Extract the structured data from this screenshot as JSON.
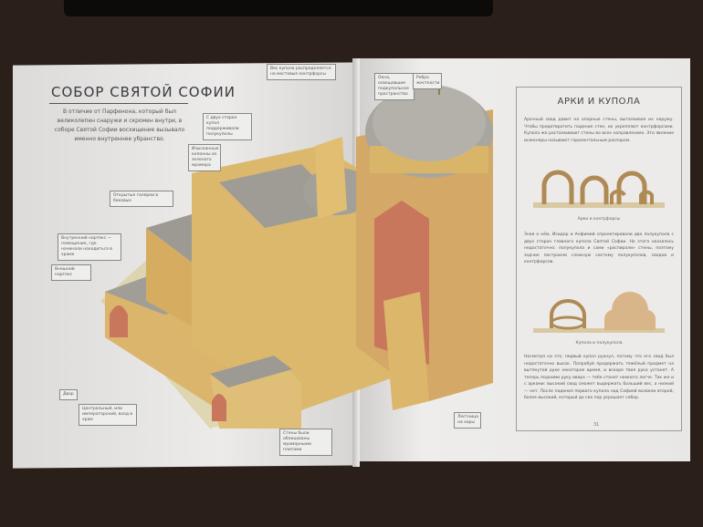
{
  "left_page": {
    "title": "СОБОР СВЯТОЙ СОФИИ",
    "intro": "В отличие от Парфенона, который был великолепен снаружи и скромен внутри, в соборе Святой Софии восхищение вызывало именно внутреннее убранство."
  },
  "labels": {
    "buttresses": "Вес купола распределяется на мостовые контрфорсы",
    "windows": "Окна, освещавшие подкупольное пространство",
    "ribs": "Ребра жесткости",
    "semidomes": "С двух сторон купол поддерживали полукуполы",
    "columns": "Изысканные колонны из зеленого мрамора",
    "galleries": "Открытые галереи в боковых",
    "inner_narthex": "Внутренний нартекс — помещение, где начинали находиться в храме",
    "outer_narthex": "Внешний нартекс",
    "courtyard": "Двор",
    "imperial_entrance": "Центральный, или императорский, вход в храм",
    "marble_walls": "Стены были облицованы мраморными плитами",
    "staircase": "Лестница на хоры"
  },
  "sidebar": {
    "title": "АРКИ И КУПОЛА",
    "para1": "Арочный свод давит на опорные стены, выталкивая их наружу. Чтобы предотвратить падение стен, их укрепляют контрфорсами. Купола же расталкивают стены во всех направлениях. Это явление инженеры называют горизонтальным распором.",
    "caption1": "Арки и контрфорсы",
    "para2": "Зная о нём, Исидор и Анфимий спроектировали два полукупола с двух сторон главного купола Святой Софии. Но этого оказалось недостаточно: полукупола и сами «распирали» стены, поэтому зодчие построили сложную систему полукуполов, сводов и контрфорсов.",
    "caption2": "Купола и полукупола",
    "para3": "Несмотря на это, первый купол рухнул, потому что его свод был недостаточно высок. Попробуй продержать тяжёлый предмет на вытянутой руке некоторое время, и вскоре твоя рука устанет. А теперь подними руку вверх — тебе станет намного легче. Так же и с арками: высокий свод сможет выдержать больший вес, а низкий — нет. После падения первого купола над Софией возвели второй, более высокий, который до сих пор украшает собор.",
    "page_number": "31"
  },
  "colors": {
    "background": "#2b1f1a",
    "page": "#e9e8e6",
    "stone": "#d9b56a",
    "roof": "#9d9a94",
    "brick": "#c8765c"
  }
}
